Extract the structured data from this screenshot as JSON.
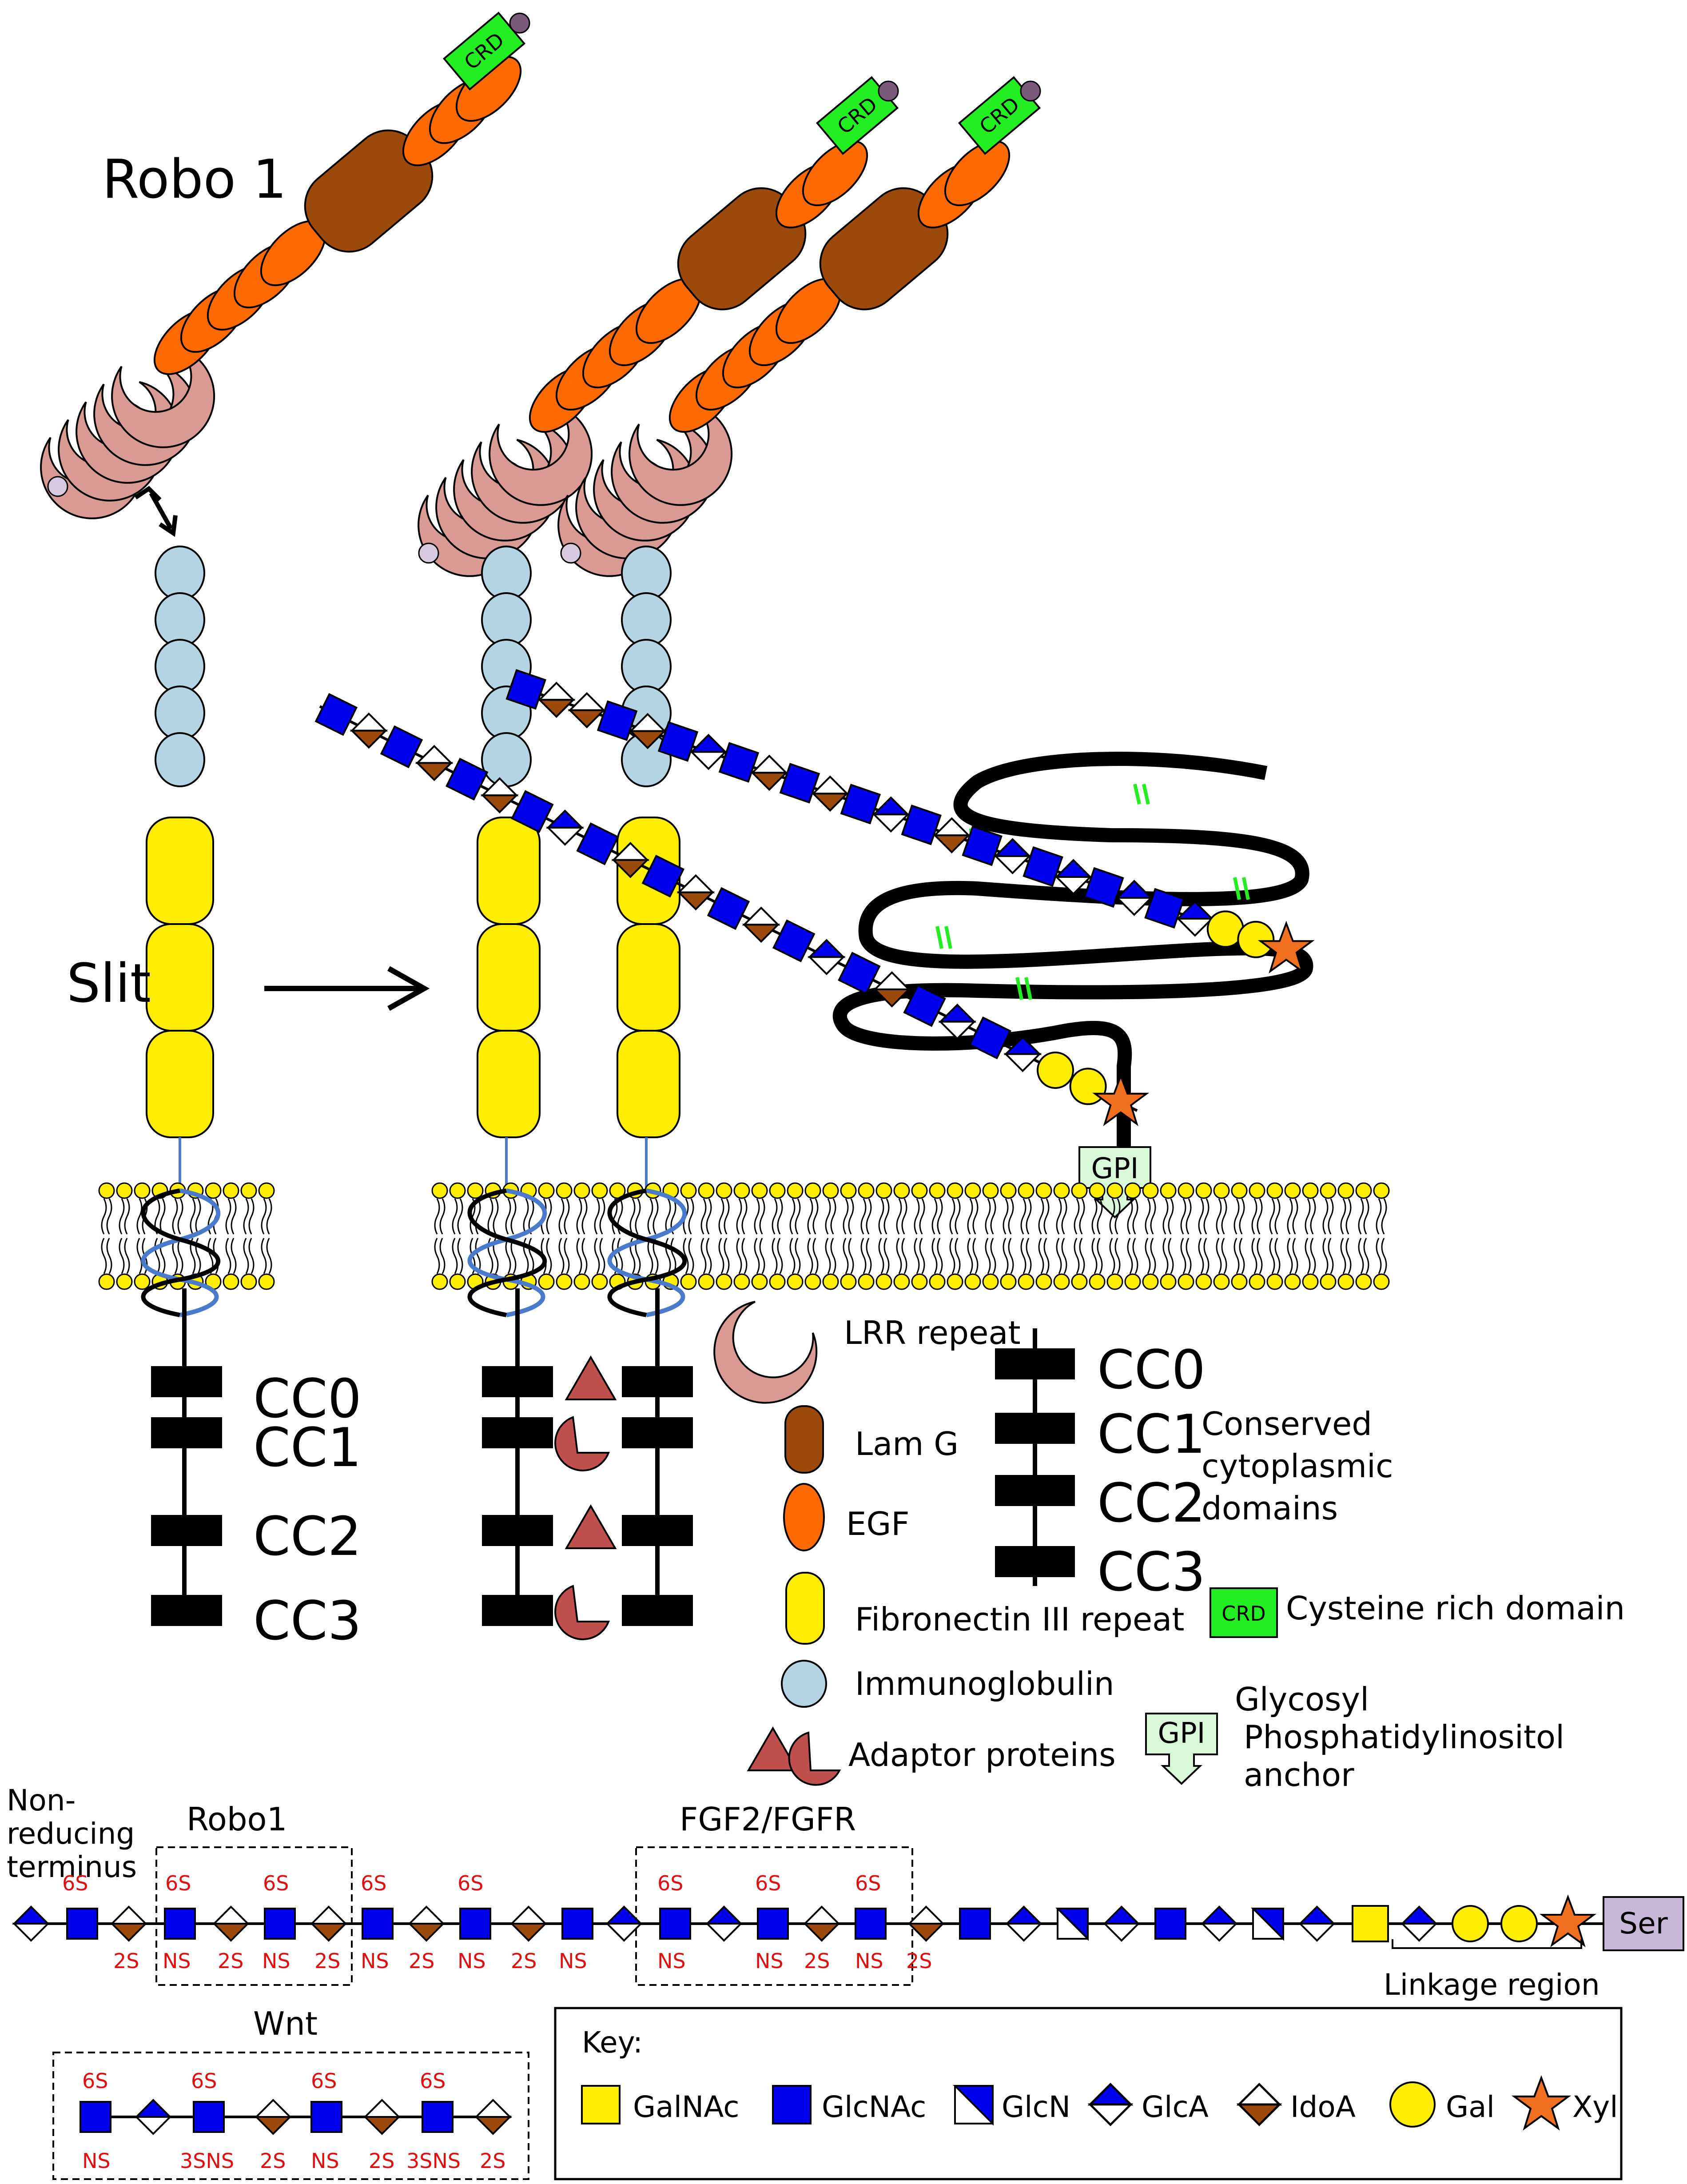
{
  "labels": {
    "robo1": "Robo 1",
    "slit": "Slit",
    "cc0": "CC0",
    "cc1": "CC1",
    "cc2": "CC2",
    "cc3": "CC3",
    "gpi": "GPI",
    "crd": "CRD"
  },
  "legend": {
    "lrr": "LRR repeat",
    "lamg": "Lam G",
    "egf": "EGF",
    "fn3": "Fibronectin III repeat",
    "ig": "Immunoglobulin",
    "adaptor": "Adaptor proteins",
    "cc0": "CC0",
    "cc1": "CC1",
    "cc2": "CC2",
    "cc3": "CC3",
    "conserved_1": "Conserved",
    "conserved_2": "cytoplasmic",
    "conserved_3": "domains",
    "crd_icon": "CRD",
    "crd_text": "Cysteine rich domain",
    "gpi_icon": "GPI",
    "gpi_1": "Glycosyl",
    "gpi_2": "Phosphatidylinositol",
    "gpi_3": "anchor"
  },
  "chain": {
    "nonreducing_1": "Non-",
    "nonreducing_2": "reducing",
    "nonreducing_3": "terminus",
    "robo1_box": "Robo1",
    "fgf_box": "FGF2/FGFR",
    "wnt_box": "Wnt",
    "linkage": "Linkage region",
    "serine": "Ser",
    "mods": [
      "6S",
      "2S",
      "6S",
      "NS",
      "6S",
      "2S",
      "NS",
      "2S",
      "6S",
      "NS",
      "2S",
      "6S",
      "NS",
      "2S",
      "NS",
      "6S",
      "NS",
      "6S",
      "NS",
      "2S",
      "6S",
      "NS",
      "2S"
    ],
    "wnt_mods": [
      "6S",
      "NS",
      "6S",
      "3SNS",
      "2S",
      "6S",
      "NS",
      "2S",
      "6S",
      "3SNS",
      "2S"
    ]
  },
  "key": {
    "title": "Key:",
    "galnac": "GalNAc",
    "glcnac": "GlcNAc",
    "glcn": "GlcN",
    "glca": "GlcA",
    "idoa": "IdoA",
    "gal": "Gal",
    "xyl": "Xyl"
  },
  "colors": {
    "lrr": "#d99a94",
    "lamg": "#9c4a0c",
    "egf": "#ff6a00",
    "crd": "#22ee22",
    "fn3": "#ffee00",
    "ig": "#b4d4e4",
    "adaptor": "#c0504d",
    "glcnac": "#0000ee",
    "gal": "#ffee00",
    "xyl": "#f07020",
    "idoa": "#9c4a0c",
    "serine": "#c8b8d8",
    "gpi": "#d8f8d8",
    "mod_text": "#e01010"
  }
}
